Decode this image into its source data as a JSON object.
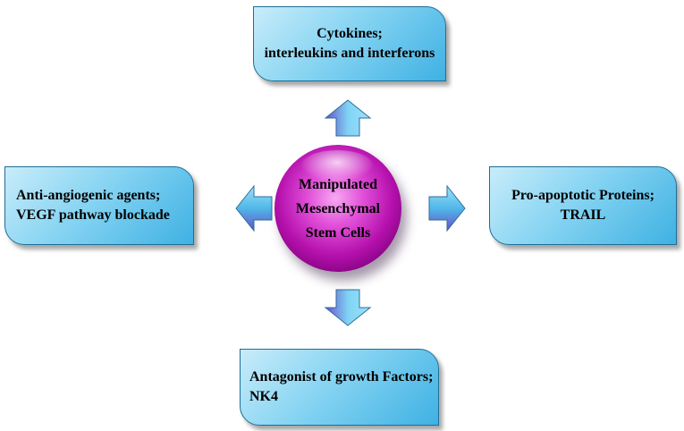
{
  "center": {
    "lines": [
      "Manipulated",
      "Mesenchymal",
      "Stem Cells"
    ]
  },
  "boxes": {
    "top": {
      "lines": [
        "Cytokines;",
        "interleukins and interferons"
      ]
    },
    "left": {
      "lines": [
        "Anti-angiogenic agents;",
        "VEGF pathway blockade"
      ]
    },
    "right": {
      "lines": [
        "Pro-apoptotic Proteins;",
        "TRAIL"
      ]
    },
    "bottom": {
      "lines": [
        "Antagonist of growth Factors;",
        "NK4"
      ]
    }
  },
  "colors": {
    "box_fill": "#86d4f2",
    "sphere": "#b510ad",
    "arrow": "#4fb8e8"
  }
}
